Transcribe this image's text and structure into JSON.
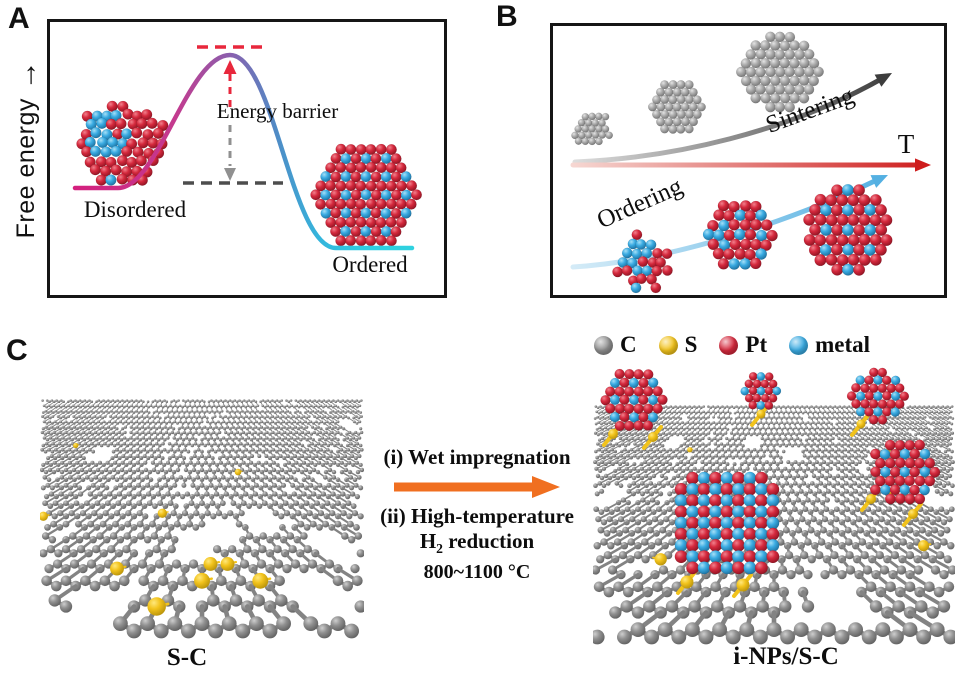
{
  "panels": {
    "a": {
      "label": "A",
      "y_axis_label": "Free energy",
      "energy_barrier": "Energy barrier",
      "disordered": "Disordered",
      "ordered": "Ordered"
    },
    "b": {
      "label": "B",
      "sintering": "Sintering",
      "ordering": "Ordering",
      "temperature_axis": "T"
    },
    "c": {
      "label": "C",
      "legend": [
        {
          "label": "C",
          "color": "#8f8f8f"
        },
        {
          "label": "S",
          "color": "#f2c31c"
        },
        {
          "label": "Pt",
          "color": "#d5293d"
        },
        {
          "label": "metal",
          "color": "#3aabe2"
        }
      ],
      "step1": "(i) Wet impregnation",
      "step2": "(ii) High-temperature",
      "step3_pre": "H",
      "step3_sub": "2",
      "step3_post": " reduction",
      "step4": "800~1100 °C",
      "left_label": "S-C",
      "right_label": "i-NPs/S-C"
    }
  },
  "icons": {
    "up_arrow": "→"
  },
  "colors": {
    "pt_red": "#d5293d",
    "metal_blue": "#3aabe2",
    "carbon_gray": "#8f8f8f",
    "sulfur_yellow": "#f2c31c",
    "curve_magenta": "#d4207e",
    "curve_purple": "#8a5fae",
    "curve_cyan": "#2fd0e0",
    "barrier_red": "#e8273c",
    "dash_gray": "#909090",
    "dash_dark": "#4d4d4d",
    "arrow_orange": "#f06f20",
    "temp_arrow_red": "#ce1c1c",
    "ordering_arrow_blue": "#54b0e2",
    "sintering_arrow_gray": "#3d3d3d",
    "box_border": "#161616",
    "text": "#0d0d0d",
    "background": "#ffffff"
  }
}
